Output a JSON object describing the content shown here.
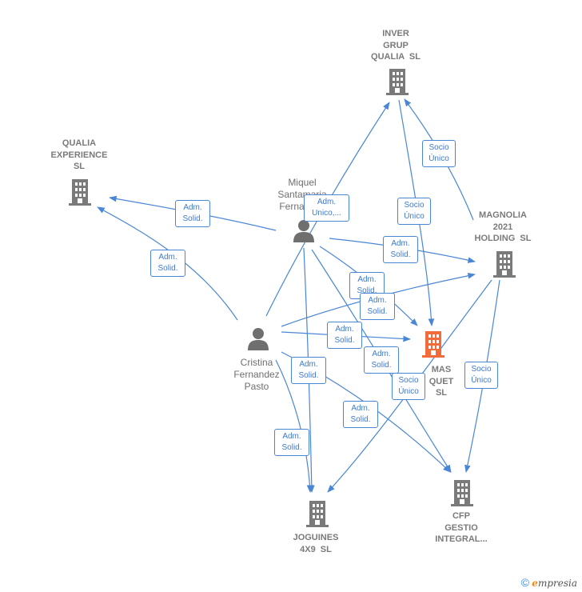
{
  "colors": {
    "edge": "#4a86d6",
    "company": "#7a7a7a",
    "focus_company": "#f26b3a",
    "person": "#6f6f6f"
  },
  "nodes": {
    "inver_grup": {
      "label": "INVER\nGRUP\nQUALIA  SL",
      "icon": "building-icon"
    },
    "qualia_experience": {
      "label": "QUALIA\nEXPERIENCE\nSL",
      "icon": "building-icon"
    },
    "magnolia": {
      "label": "MAGNOLIA\n2021\nHOLDING  SL",
      "icon": "building-icon"
    },
    "mas": {
      "label": "MAS\nQUET\nSL",
      "icon": "building-icon"
    },
    "joguines": {
      "label": "JOGUINES\n4X9  SL",
      "icon": "building-icon"
    },
    "cfp": {
      "label": "CFP\nGESTIO\nINTEGRAL...",
      "icon": "building-icon"
    },
    "miquel": {
      "label": "Miquel\nSantamaria\nFernandez",
      "icon": "person-icon"
    },
    "cristina": {
      "label": "Cristina\nFernandez\nPasto",
      "icon": "person-icon"
    }
  },
  "edge_labels": {
    "e1": "Adm.\nSolid.",
    "e2": "Adm.\nSolid.",
    "e3": "Adm.\nUnico,...",
    "e4": "Socio\nÚnico",
    "e5": "Socio\nÚnico",
    "e6": "Adm.\nSolid.",
    "e7": "Adm.\nSolid.",
    "e8": "Adm.\nSolid.",
    "e9": "Adm.\nSolid.",
    "e10": "Adm.\nSolid.",
    "e11": "Adm.\nSolid.",
    "e12": "Socio\nÚnico",
    "e13": "Socio\nÚnico",
    "e14": "Adm.\nSolid.",
    "e15": "Adm.\nSolid."
  },
  "footer": {
    "copyright": "©",
    "brand_first": "e",
    "brand_rest": "mpresia"
  }
}
